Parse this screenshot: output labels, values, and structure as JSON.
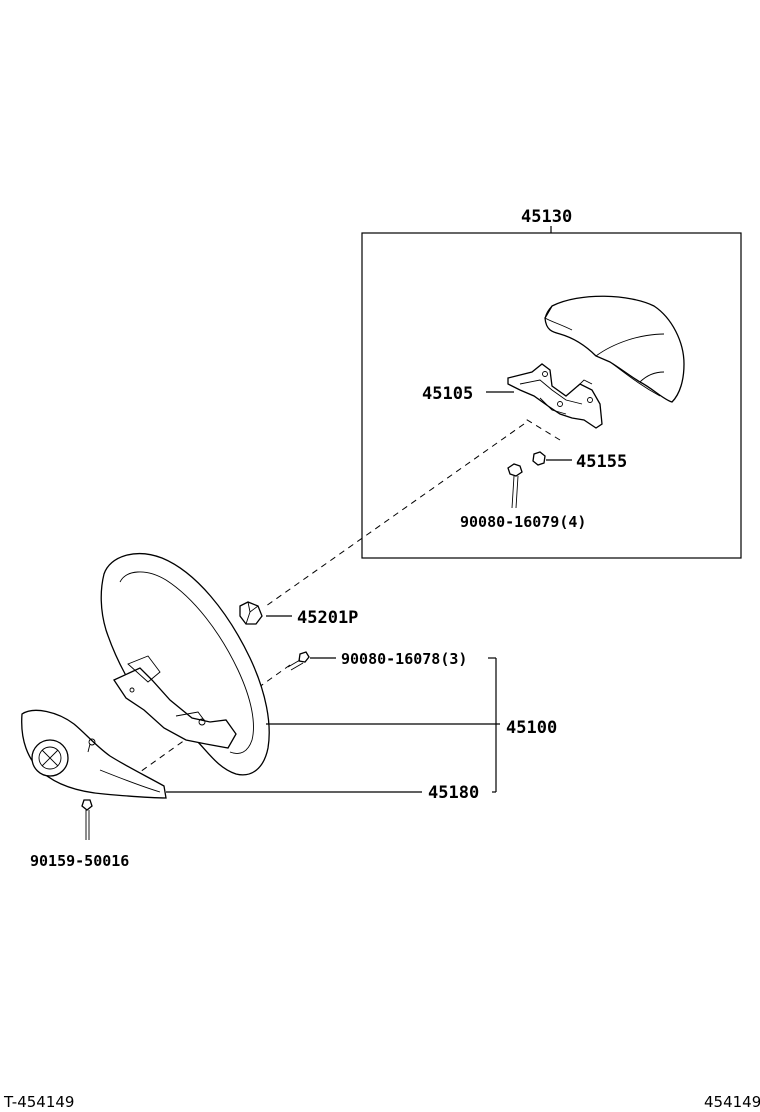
{
  "diagram": {
    "parts": {
      "pad_assembly": "45130",
      "horn_bracket": "45105",
      "bracket_nut": "45155",
      "bracket_bolt": "90080-16079(4)",
      "wheel_nut": "45201P",
      "wheel_screw": "90080-16078(3)",
      "steering_wheel": "45100",
      "lower_cover": "45180",
      "cover_screw": "90159-50016"
    },
    "footer": {
      "left_code": "T-454149",
      "right_code": "454149"
    }
  }
}
